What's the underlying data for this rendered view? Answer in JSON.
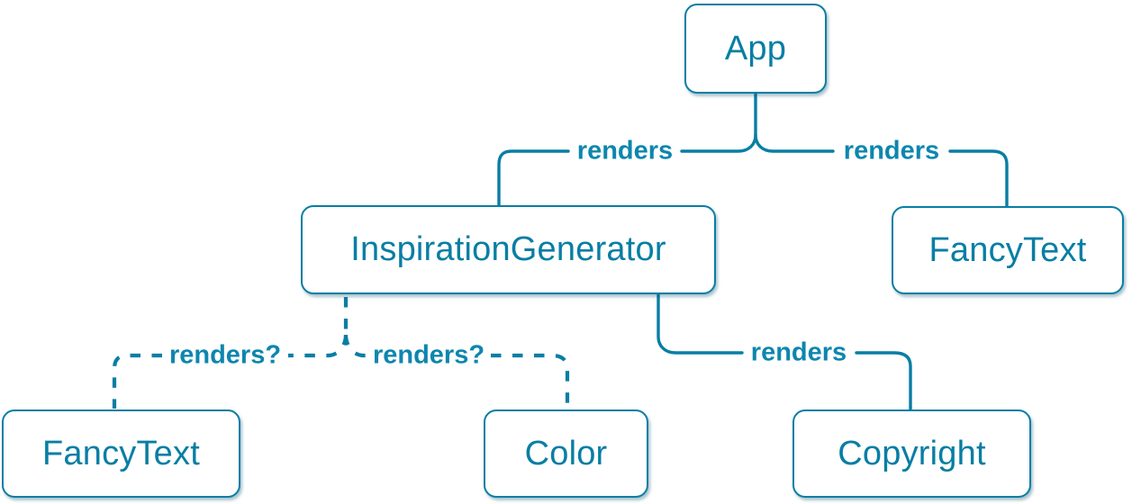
{
  "diagram": {
    "type": "component-render-tree",
    "colors": {
      "accent": "#087ea4",
      "label": "#0d86ae",
      "node_fill": "#ffffff"
    },
    "nodes": [
      {
        "id": "app",
        "label": "App"
      },
      {
        "id": "inspiration-generator",
        "label": "InspirationGenerator"
      },
      {
        "id": "fancy-text-right",
        "label": "FancyText"
      },
      {
        "id": "fancy-text-bottom",
        "label": "FancyText"
      },
      {
        "id": "color",
        "label": "Color"
      },
      {
        "id": "copyright",
        "label": "Copyright"
      }
    ],
    "edges": [
      {
        "from": "App",
        "to": "InspirationGenerator",
        "label": "renders",
        "style": "solid"
      },
      {
        "from": "App",
        "to": "FancyText",
        "label": "renders",
        "style": "solid"
      },
      {
        "from": "InspirationGenerator",
        "to": "FancyText",
        "label": "renders?",
        "style": "dashed"
      },
      {
        "from": "InspirationGenerator",
        "to": "Color",
        "label": "renders?",
        "style": "dashed"
      },
      {
        "from": "InspirationGenerator",
        "to": "Copyright",
        "label": "renders",
        "style": "solid"
      }
    ]
  }
}
